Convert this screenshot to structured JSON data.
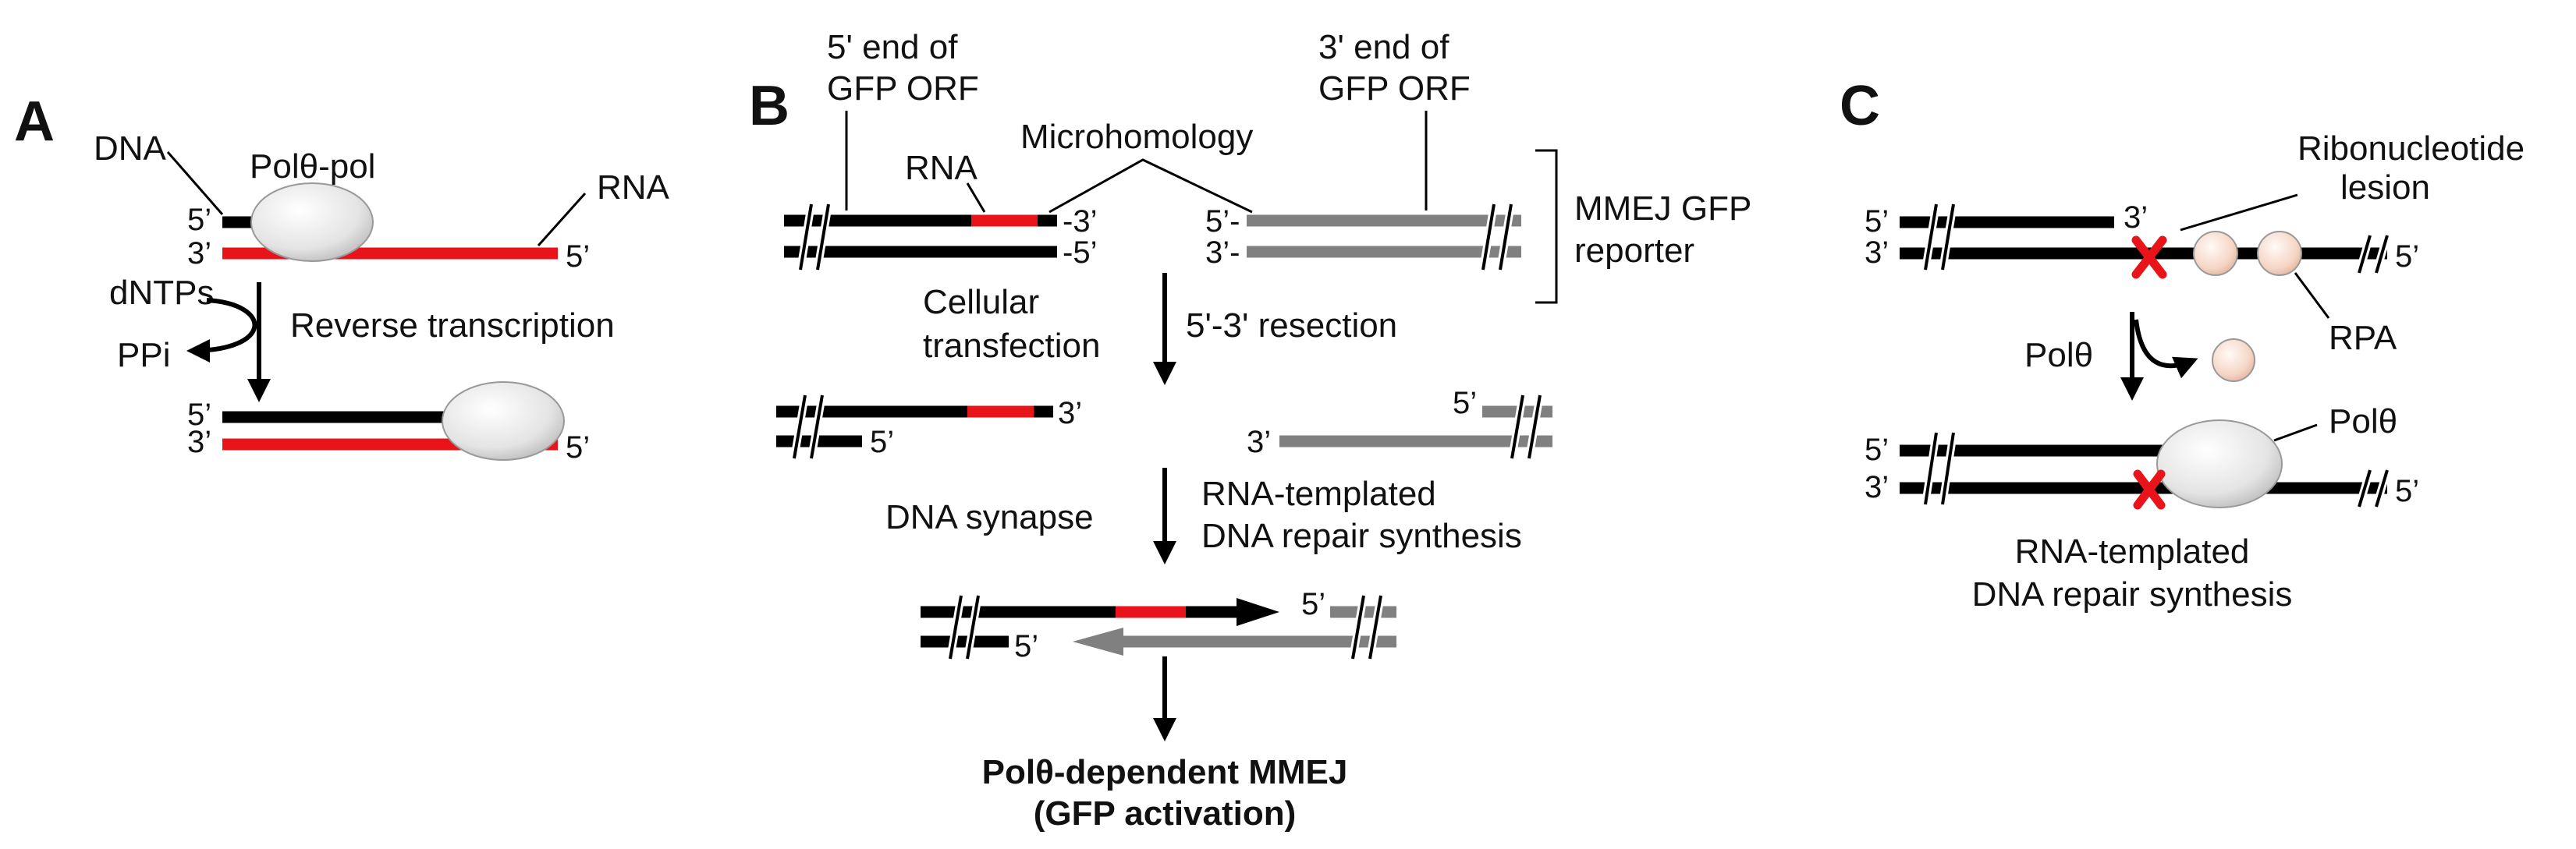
{
  "panels": {
    "a": "A",
    "b": "B",
    "c": "C"
  },
  "colors": {
    "dna": "#000000",
    "rna": "#e8141a",
    "reporter": "#808080",
    "lesion_x": "#e8141a",
    "rpa": "#f6d6c6",
    "polymerase": "#e4e4e4"
  },
  "icons": {
    "polymerase": "polymerase-ellipse",
    "rpa": "rpa-circle",
    "lesion": "red-x-mark",
    "break": "double-slash-break"
  },
  "panel_a": {
    "dna": "DNA",
    "enzyme": "Polθ-pol",
    "rna": "RNA",
    "end5_top": "5’",
    "end3_bottom": "3’",
    "end5_bottom": "5’",
    "dntps": "dNTPs",
    "ppi": "PPi",
    "step": "Reverse transcription",
    "end5_top2": "5’",
    "end3_bottom2": "3’",
    "end5_bottom2": "5’"
  },
  "panel_b": {
    "five_end_line1": "5' end of",
    "five_end_line2": "GFP ORF",
    "three_end_line1": "3' end of",
    "three_end_line2": "GFP ORF",
    "microhomology": "Microhomology",
    "rna": "RNA",
    "left_top_end": "-3’",
    "left_bottom_end": "-5’",
    "right_top_end": "5’-",
    "right_bottom_end": "3’-",
    "reporter_line1": "MMEJ GFP",
    "reporter_line2": "reporter",
    "transfection_line1": "Cellular",
    "transfection_line2": "transfection",
    "resection": "5'-3' resection",
    "resected_left_top": "3’",
    "resected_left_bottom": "5’",
    "resected_right_top": "5’",
    "resected_right_bottom": "3’",
    "synapse": "DNA synapse",
    "synthesis_line1": "RNA-templated",
    "synthesis_line2": "DNA repair synthesis",
    "synapsed_right": "5’",
    "synapsed_left": "5’",
    "outcome_line1": "Polθ-dependent MMEJ",
    "outcome_line2": "(GFP activation)"
  },
  "panel_c": {
    "lesion_line1": "Ribonucleotide",
    "lesion_line2": "lesion",
    "top_left_5": "5’",
    "bottom_left_3": "3’",
    "top_end_3": "3’",
    "right_end_5": "5’",
    "rpa": "RPA",
    "enzyme_step": "Polθ",
    "enzyme_label": "Polθ",
    "top_left_5b": "5’",
    "bottom_left_3b": "3’",
    "right_end_5b": "5’",
    "synthesis_line1": "RNA-templated",
    "synthesis_line2": "DNA repair synthesis"
  }
}
